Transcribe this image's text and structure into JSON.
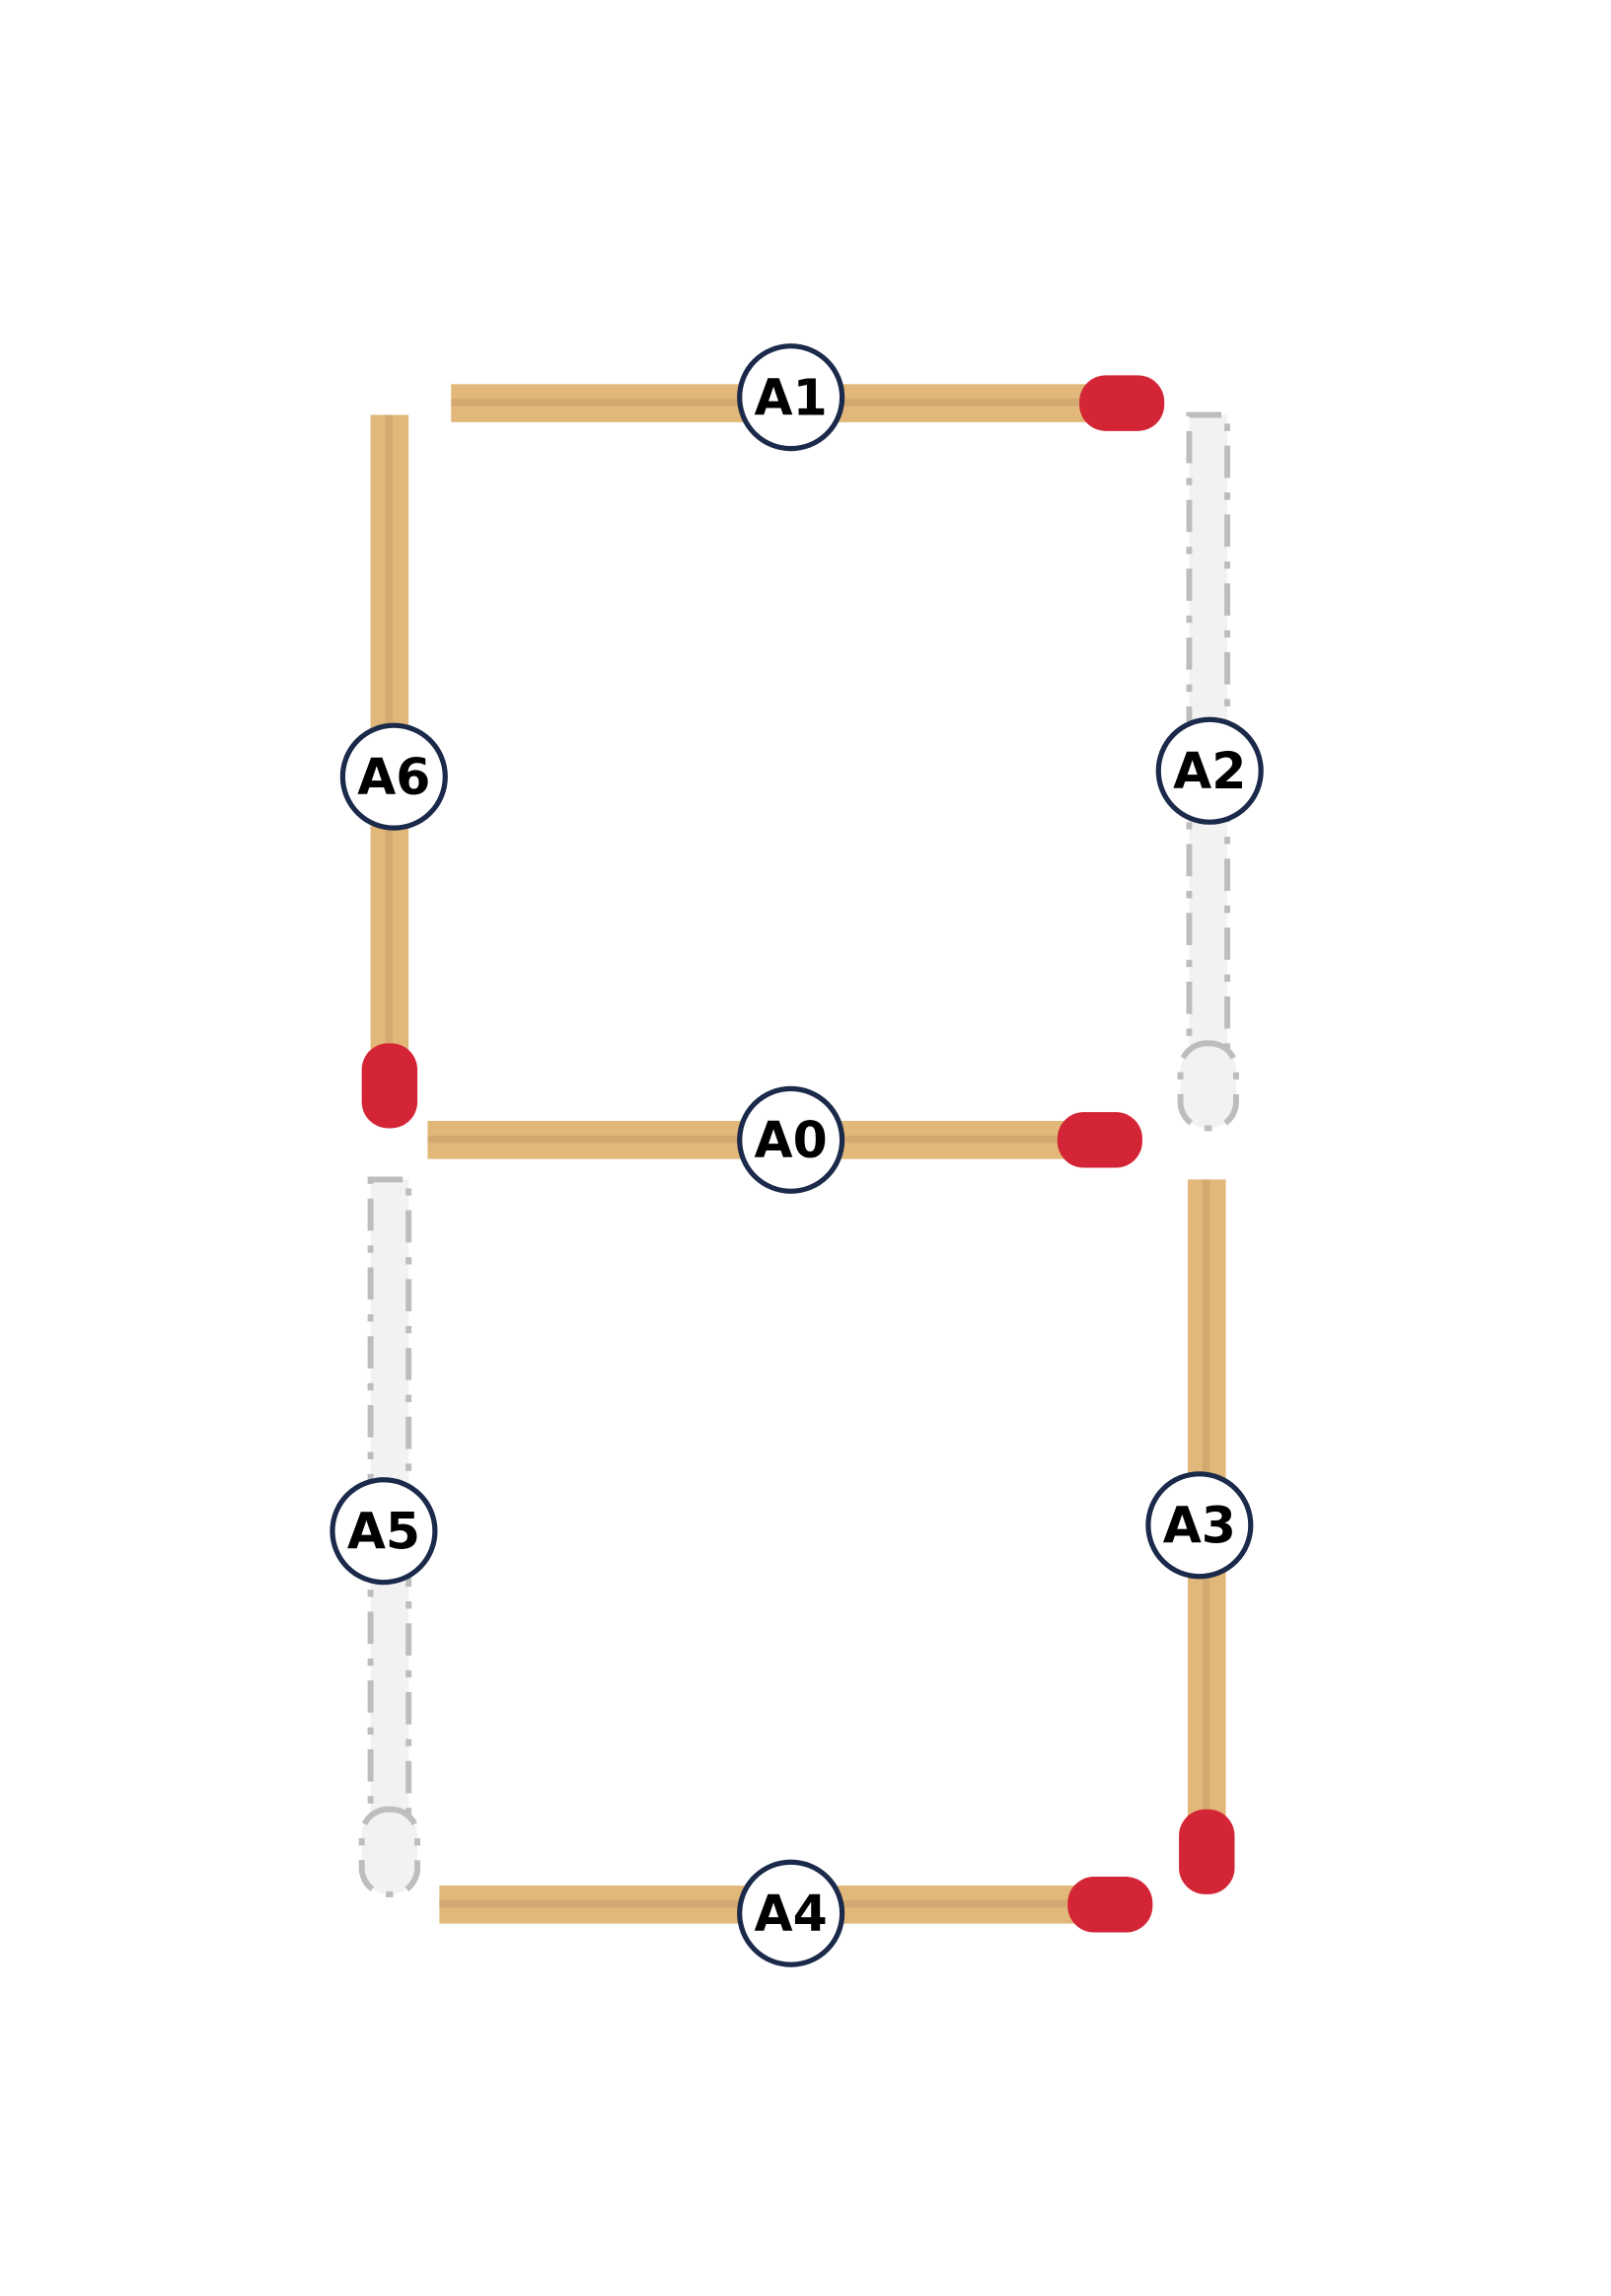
{
  "colors": {
    "stick": "#e2b77a",
    "stick_shade": "#c9a06a",
    "head": "#d42536",
    "ghost_fill": "#f2f2f2",
    "ghost_stroke": "#bdbdbd",
    "label_ring": "#1b2a4a"
  },
  "matches": [
    {
      "id": "A1",
      "label": "A1",
      "state": "present",
      "orientation": "horizontal"
    },
    {
      "id": "A6",
      "label": "A6",
      "state": "present",
      "orientation": "vertical"
    },
    {
      "id": "A2",
      "label": "A2",
      "state": "removed",
      "orientation": "vertical"
    },
    {
      "id": "A0",
      "label": "A0",
      "state": "present",
      "orientation": "horizontal"
    },
    {
      "id": "A5",
      "label": "A5",
      "state": "removed",
      "orientation": "vertical"
    },
    {
      "id": "A3",
      "label": "A3",
      "state": "present",
      "orientation": "vertical"
    },
    {
      "id": "A4",
      "label": "A4",
      "state": "present",
      "orientation": "horizontal"
    }
  ]
}
